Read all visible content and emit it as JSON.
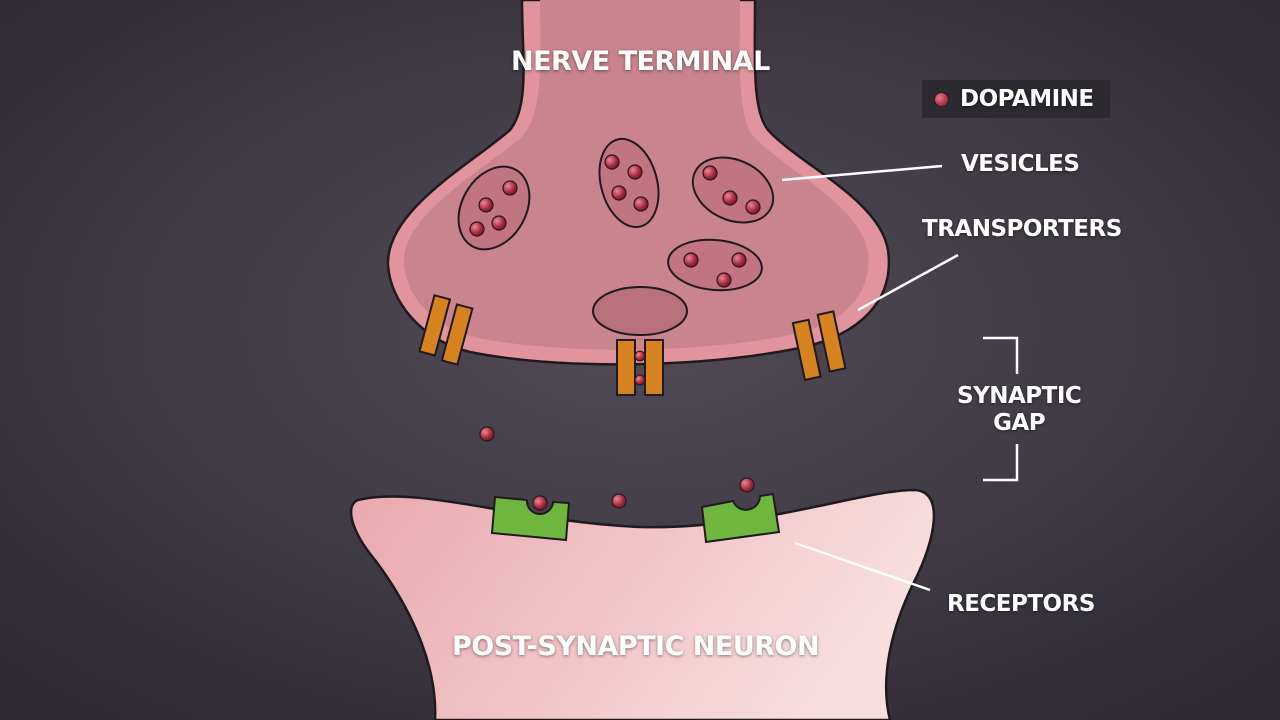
{
  "labels": {
    "nerve_terminal": "NERVE TERMINAL",
    "post_synaptic_neuron": "POST-SYNAPTIC NEURON",
    "vesicles": "VESICLES",
    "transporters": "TRANSPORTERS",
    "synaptic_gap_line1": "SYNAPTIC",
    "synaptic_gap_line2": "GAP",
    "receptors": "RECEPTORS"
  },
  "legend": {
    "dopamine": "DOPAMINE"
  },
  "colors": {
    "background": "#3a363e",
    "neuron_pink": "#e2949c",
    "post_neuron_pink": "#f1c4c6",
    "vesicle": "#c87882",
    "dopamine": "#a8283d",
    "transporter": "#d6821f",
    "receptor": "#6fb63e"
  }
}
